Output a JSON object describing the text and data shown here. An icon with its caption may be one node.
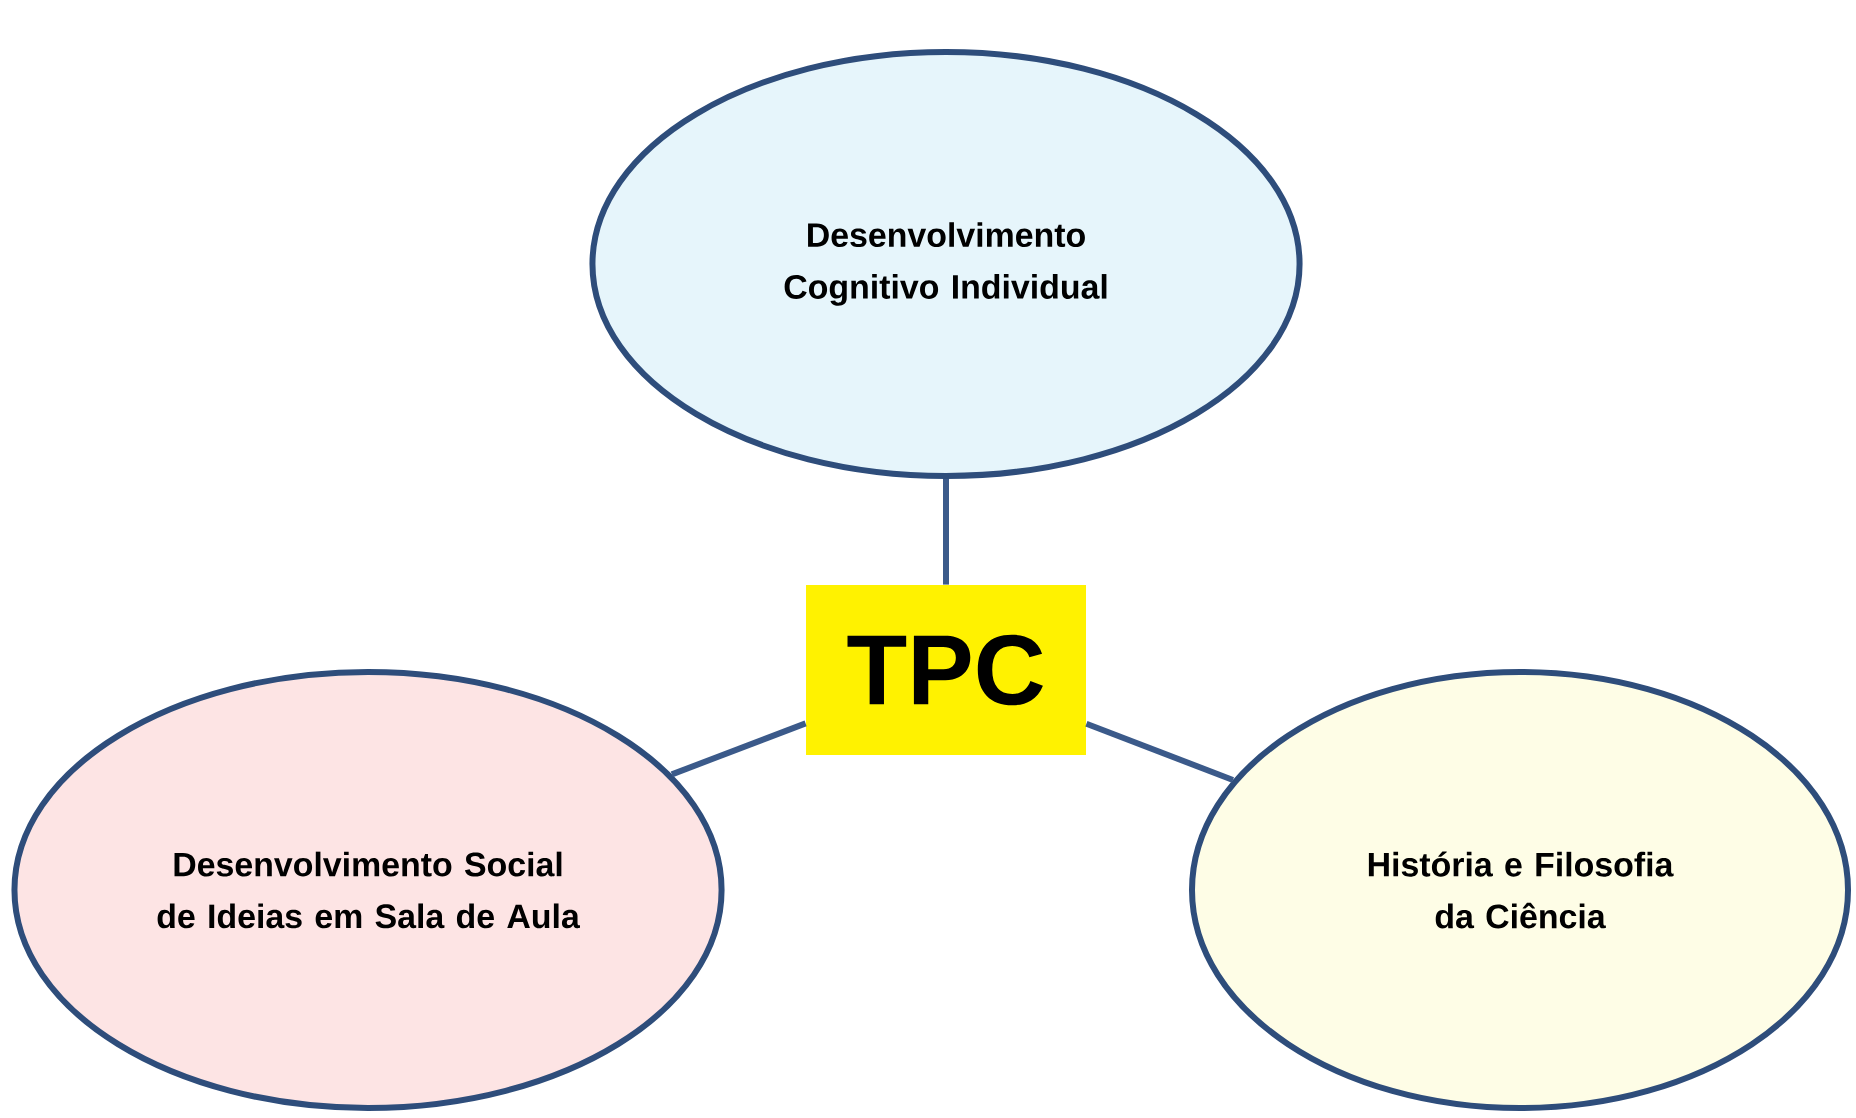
{
  "diagram": {
    "nodes": [
      {
        "text": [
          "Desenvolvimento Cognitivo Individual"
        ]
      },
      {
        "text": [
          "TPC"
        ]
      },
      {
        "text": [
          "Desenvolvimento Social de Ideias em Sala de Aula"
        ]
      },
      {
        "text": [
          "História e Filosofia da Ciência"
        ]
      }
    ],
    "edges": [
      {
        "from": 1,
        "to": 0,
        "arrow": "none"
      },
      {
        "from": 1,
        "to": 2,
        "arrow": "none"
      },
      {
        "from": 1,
        "to": 3,
        "arrow": "none"
      }
    ]
  }
}
